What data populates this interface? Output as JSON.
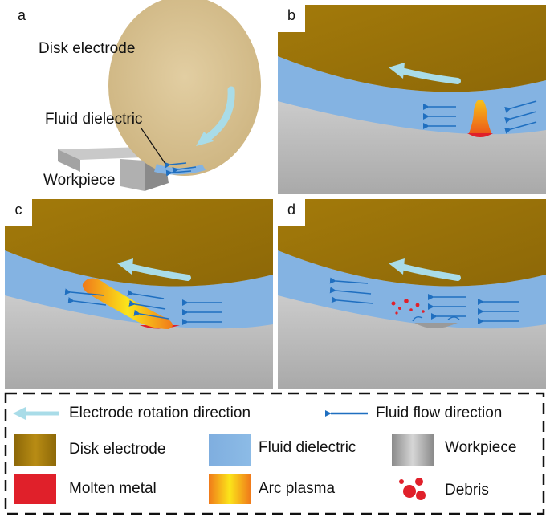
{
  "panels": {
    "a": "a",
    "b": "b",
    "c": "c",
    "d": "d"
  },
  "panel_a": {
    "label_disk": "Disk electrode",
    "label_fluid": "Fluid dielectric",
    "label_workpiece": "Workpiece"
  },
  "legend": {
    "electrode_rotation": "Electrode rotation direction",
    "fluid_flow": "Fluid flow direction",
    "disk_electrode": "Disk electrode",
    "fluid_dielectric": "Fluid dielectric",
    "workpiece": "Workpiece",
    "molten_metal": "Molten metal",
    "arc_plasma": "Arc plasma",
    "debris": "Debris"
  },
  "colors": {
    "electrode": "#9A7209",
    "fluid": "#84B3E2",
    "molten": "#E0202A",
    "arrow_light": "#A9DCE8",
    "arrow_dark": "#1F6FC0"
  }
}
